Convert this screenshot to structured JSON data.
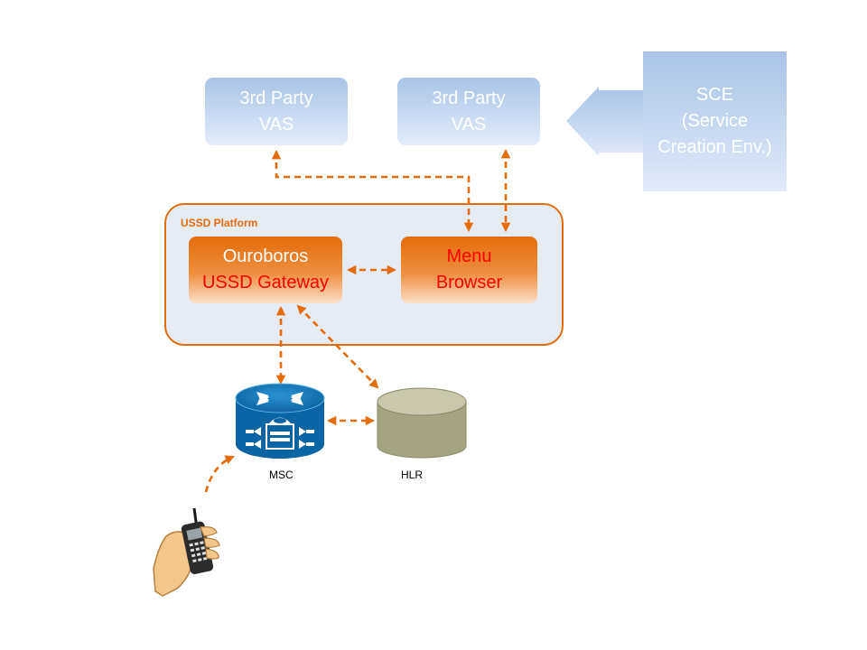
{
  "vas_left": {
    "line1": "3rd Party",
    "line2": "VAS"
  },
  "vas_right": {
    "line1": "3rd Party",
    "line2": "VAS"
  },
  "sce": {
    "line1": "SCE",
    "line2": "(Service",
    "line3": "Creation Env.)"
  },
  "platform": {
    "label": "USSD Platform"
  },
  "gateway": {
    "line1": "Ouroboros",
    "line2": "USSD Gateway"
  },
  "menu_browser": {
    "line1": "Menu",
    "line2": "Browser"
  },
  "msc": {
    "label": "MSC"
  },
  "hlr": {
    "label": "HLR"
  },
  "colors": {
    "connector": "#e46c0a",
    "platform_border": "#e46c0a",
    "vas_fill": "#b4cbeb",
    "msc_fill": "#0f75b6",
    "hlr_fill": "#b3b291",
    "red_text": "#ff0000"
  },
  "icons": [
    "msc-router-icon",
    "hlr-database-icon",
    "hand-phone-icon",
    "sce-arrow-icon"
  ]
}
